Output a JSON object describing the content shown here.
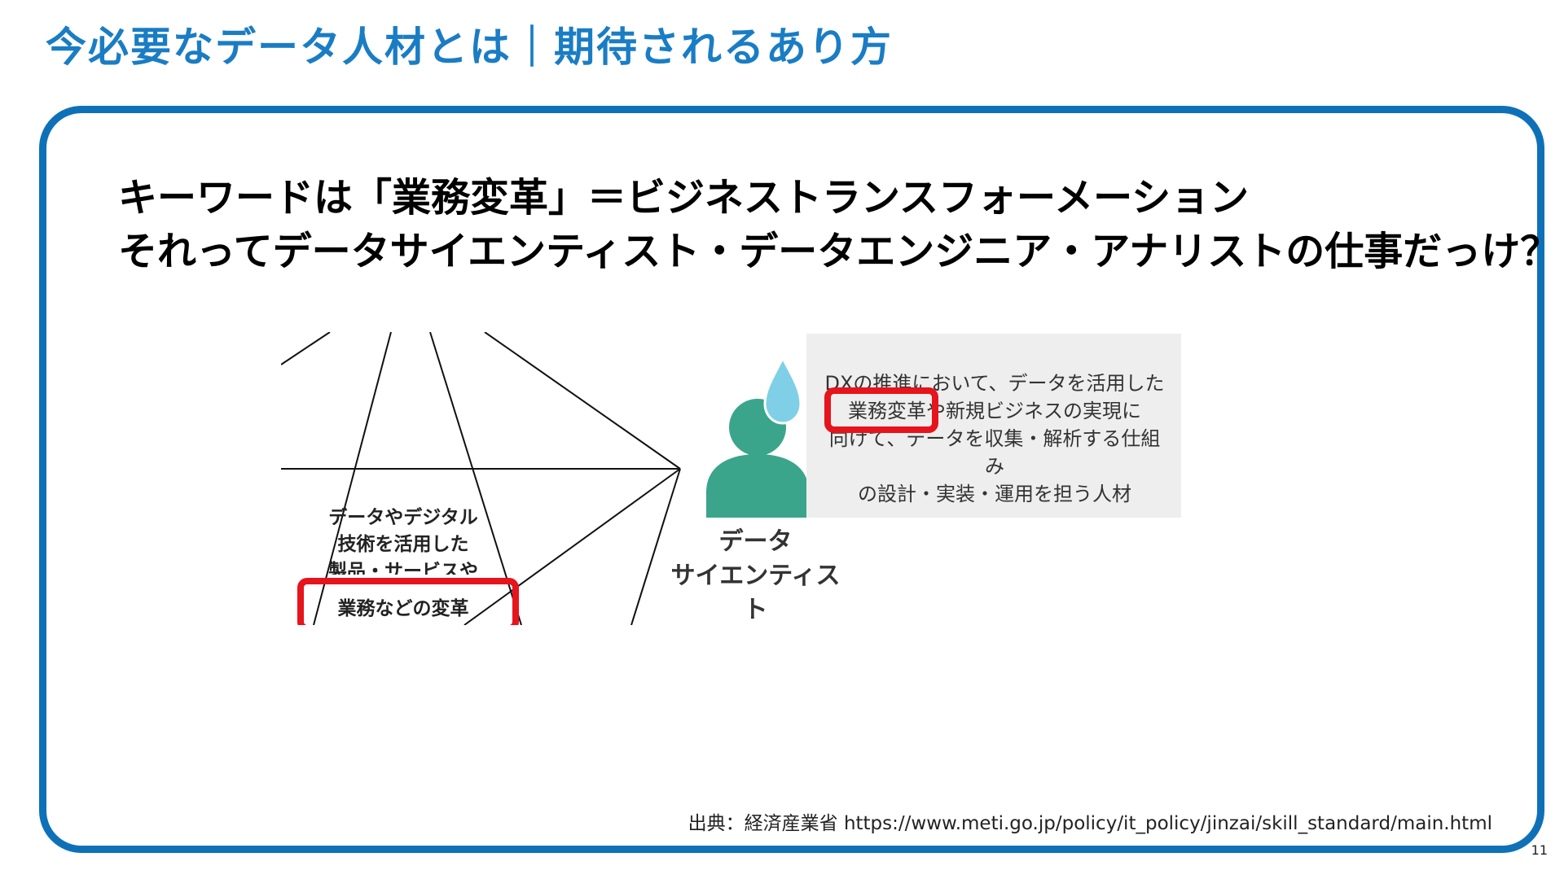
{
  "slide": {
    "title": "今必要なデータ人材とは｜期待されるあり方",
    "keyword_line1": "キーワードは「業務変革」＝ビジネストランスフォーメーション",
    "keyword_line2": "それってデータサイエンティスト・データエンジニア・アナリストの仕事だっけ？",
    "page_number": "11"
  },
  "diagram": {
    "center_lines": [
      "データやデジタル",
      "技術を活用した",
      "製品・サービスや",
      "業務などの変革"
    ],
    "person_label": [
      "データ",
      "サイエンティスト"
    ],
    "definition_lines": [
      "DXの推進において、データを活用した",
      "業務変革や新規ビジネスの実現に",
      "向けて、データを収集・解析する仕組み",
      "の設計・実装・運用を担う人材"
    ]
  },
  "source": {
    "label": "出典：経済産業省",
    "url": "https://www.meti.go.jp/policy/it_policy/jinzai/skill_standard/main.html"
  },
  "colors": {
    "title": "#1a7dc4",
    "frame": "#0e71b8",
    "highlight": "#e6141c",
    "person": "#3aa58a",
    "drop": "#7fd0e6"
  }
}
